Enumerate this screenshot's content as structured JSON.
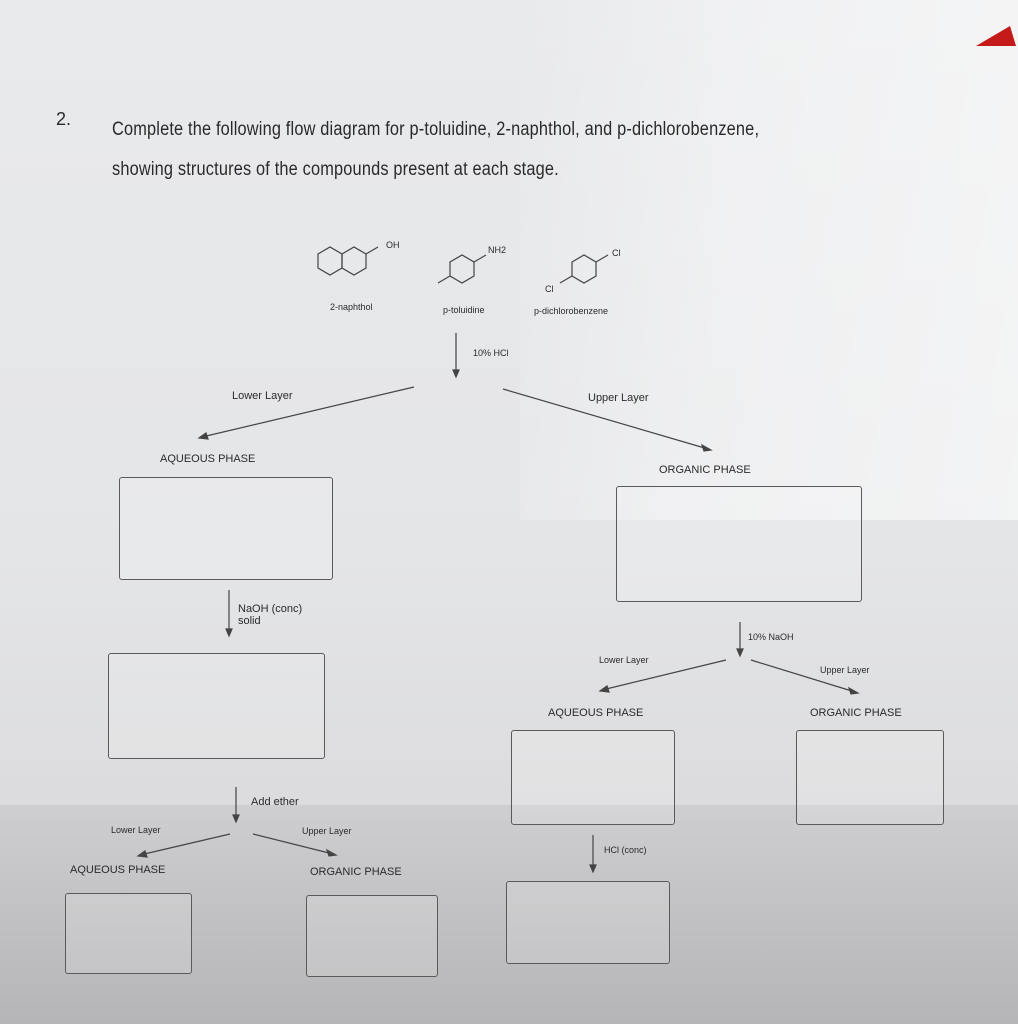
{
  "question": {
    "number": "2.",
    "line1": "Complete the following flow diagram for p-toluidine, 2-naphthol, and p-dichlorobenzene,",
    "line2": "showing structures of the compounds present at each stage."
  },
  "compounds": [
    {
      "name": "2-naphthol",
      "substituent": "OH"
    },
    {
      "name": "p-toluidine",
      "substituent": "NH2"
    },
    {
      "name": "p-dichlorobenzene",
      "substituent_1": "Cl",
      "substituent_2": "Cl"
    }
  ],
  "steps": {
    "step1_reagent": "10% HCl",
    "step1_left": "Lower Layer",
    "step1_left_phase": "AQUEOUS PHASE",
    "step1_right": "Upper Layer",
    "step1_right_phase": "ORGANIC PHASE",
    "step2_reagent_line1": "NaOH (conc)",
    "step2_reagent_line2": "solid",
    "step3_reagent": "Add ether",
    "step3_left": "Lower Layer",
    "step3_left_phase": "AQUEOUS PHASE",
    "step3_right": "Upper Layer",
    "step3_right_phase": "ORGANIC PHASE",
    "step4_reagent": "10% NaOH",
    "step4_left": "Lower Layer",
    "step4_left_phase": "AQUEOUS PHASE",
    "step4_right": "Upper Layer",
    "step4_right_phase": "ORGANIC PHASE",
    "step5_reagent": "HCl (conc)"
  }
}
